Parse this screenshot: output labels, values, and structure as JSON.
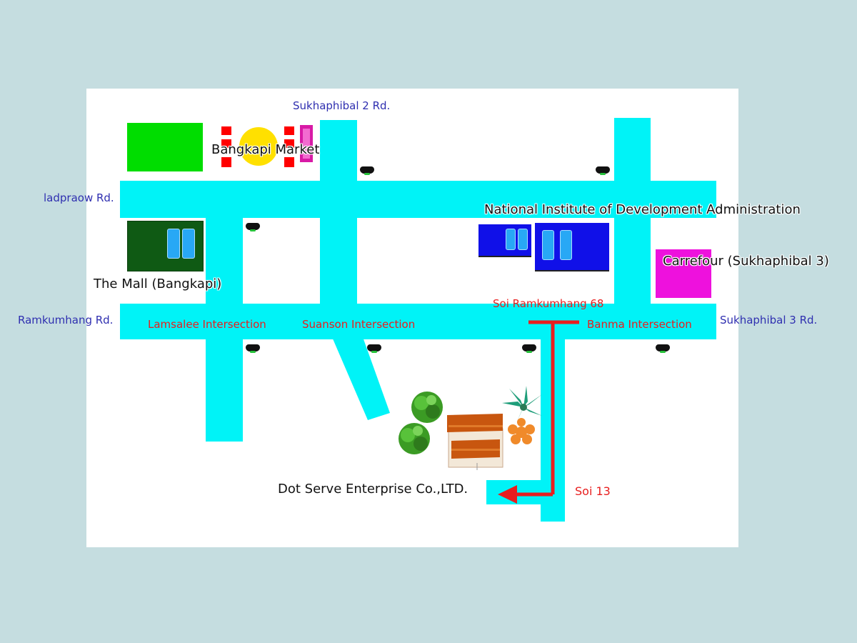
{
  "roads": {
    "sukhaphibal2": "Sukhaphibal 2 Rd.",
    "ladpraow": "ladpraow Rd.",
    "ramkumhang": "Ramkumhang Rd.",
    "sukhaphibal3": "Sukhaphibal 3 Rd."
  },
  "intersections": {
    "lamsalee": "Lamsalee Intersection",
    "suanson": "Suanson Intersection",
    "banma": "Banma Intersection"
  },
  "sois": {
    "ramkumhang68": "Soi Ramkumhang 68",
    "soi13": "Soi 13"
  },
  "places": {
    "bangkapi_market": "Bangkapi Market",
    "the_mall": "The Mall (Bangkapi)",
    "nida": "National Institute of Development Administration",
    "carrefour": "Carrefour (Sukhaphibal 3)",
    "dot_serve": "Dot Serve Enterprise Co.,LTD."
  },
  "colors": {
    "background": "#c5dde0",
    "road": "#00f3f7",
    "route": "#e81e1e",
    "road_label": "#2f2fb0",
    "park": "#00dd00",
    "market_circle": "#ffe000",
    "market_stall": "#ff0000",
    "market_shop": "#d81aa6",
    "mall_building": "#0f5a14",
    "nida_building": "#1010e8",
    "carrefour_building": "#ee11dd",
    "house_roof": "#c8560f"
  },
  "icons": {
    "traffic_light": "traffic-light-icon",
    "tree": "tree-icon",
    "palm": "palm-tree-icon",
    "flower": "flower-icon",
    "house": "house-icon",
    "arrow": "route-arrow-icon"
  }
}
